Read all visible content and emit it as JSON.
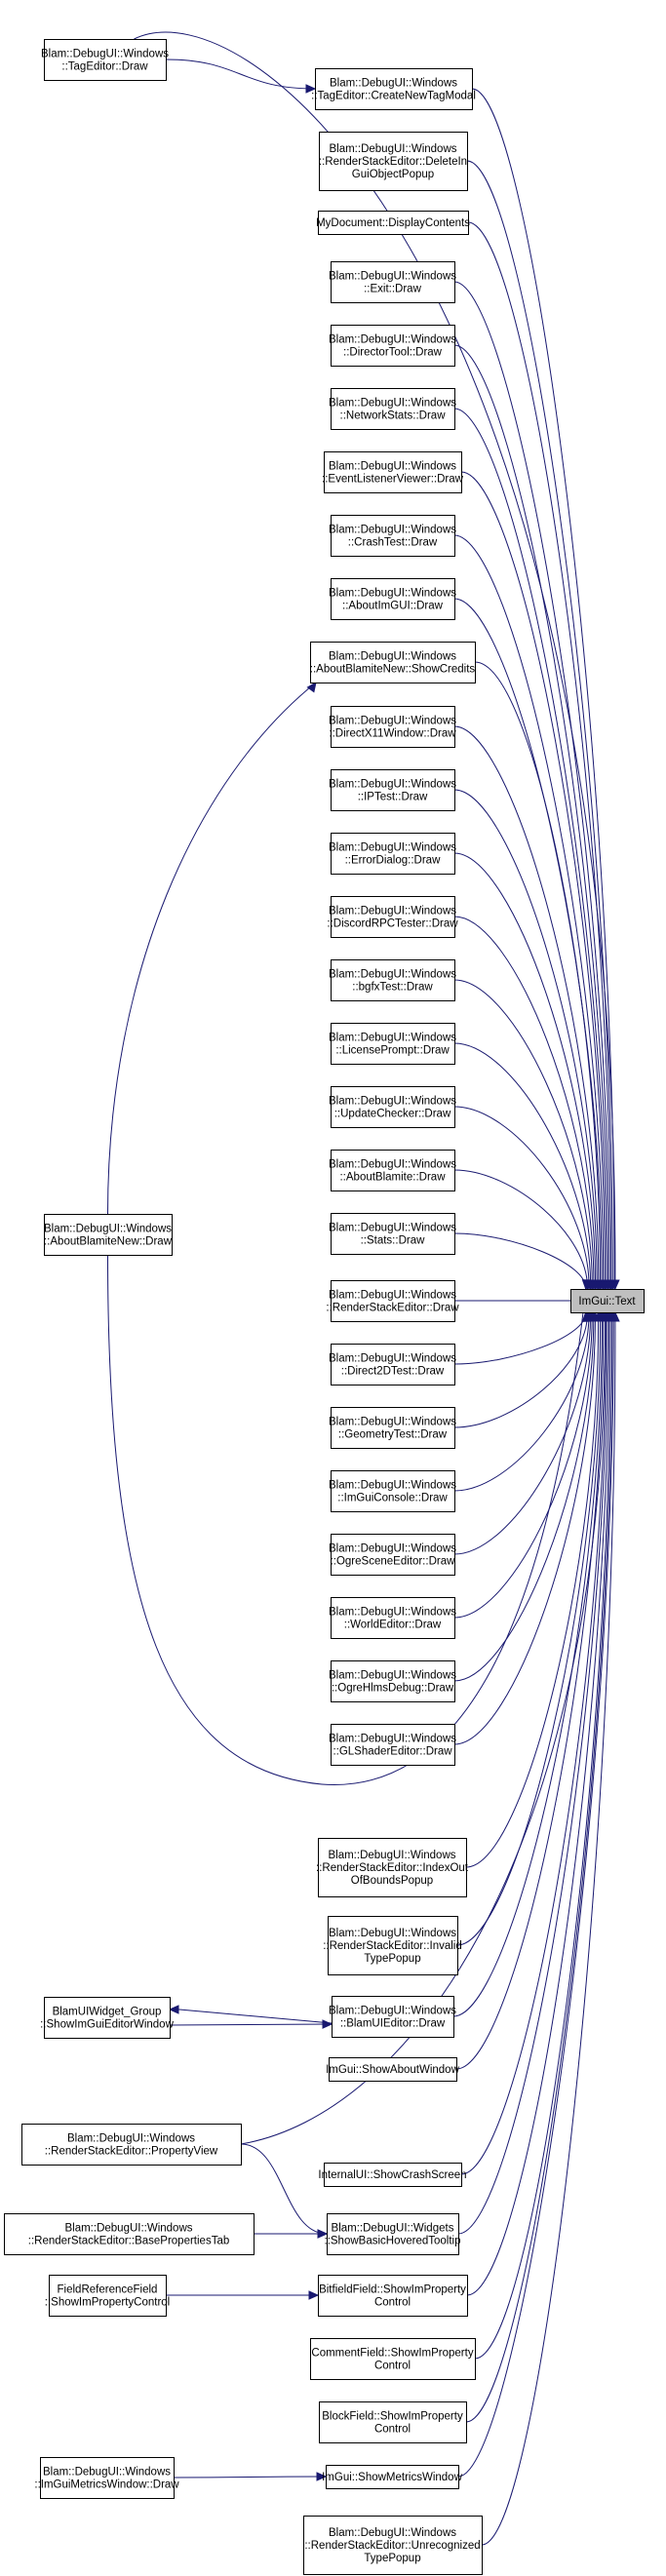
{
  "graph": {
    "target": "ImGui::Text",
    "edge_color": "#191970",
    "nodes": {
      "imgui-text": [
        "ImGui::Text"
      ],
      "tageditor-draw": [
        "Blam::DebugUI::Windows",
        "::TagEditor::Draw"
      ],
      "tageditor-createnewtagmodal": [
        "Blam::DebugUI::Windows",
        "::TagEditor::CreateNewTagModal"
      ],
      "rse-deleteinguiobjectpopup": [
        "Blam::DebugUI::Windows",
        "::RenderStackEditor::DeleteIn",
        "GuiObjectPopup"
      ],
      "mydocument-displaycontents": [
        "MyDocument::DisplayContents"
      ],
      "exit-draw": [
        "Blam::DebugUI::Windows",
        "::Exit::Draw"
      ],
      "directortool-draw": [
        "Blam::DebugUI::Windows",
        "::DirectorTool::Draw"
      ],
      "networkstats-draw": [
        "Blam::DebugUI::Windows",
        "::NetworkStats::Draw"
      ],
      "eventlistenerviewer-draw": [
        "Blam::DebugUI::Windows",
        "::EventListenerViewer::Draw"
      ],
      "crashtest-draw": [
        "Blam::DebugUI::Windows",
        "::CrashTest::Draw"
      ],
      "aboutimgui-draw": [
        "Blam::DebugUI::Windows",
        "::AboutImGUI::Draw"
      ],
      "aboutblamitenew-showcredits": [
        "Blam::DebugUI::Windows",
        "::AboutBlamiteNew::ShowCredits"
      ],
      "directx11window-draw": [
        "Blam::DebugUI::Windows",
        "::DirectX11Window::Draw"
      ],
      "iptest-draw": [
        "Blam::DebugUI::Windows",
        "::IPTest::Draw"
      ],
      "errordialog-draw": [
        "Blam::DebugUI::Windows",
        "::ErrorDialog::Draw"
      ],
      "discordrpctester-draw": [
        "Blam::DebugUI::Windows",
        "::DiscordRPCTester::Draw"
      ],
      "bgfxtest-draw": [
        "Blam::DebugUI::Windows",
        "::bgfxTest::Draw"
      ],
      "licenseprompt-draw": [
        "Blam::DebugUI::Windows",
        "::LicensePrompt::Draw"
      ],
      "updatechecker-draw": [
        "Blam::DebugUI::Windows",
        "::UpdateChecker::Draw"
      ],
      "aboutblamite-draw": [
        "Blam::DebugUI::Windows",
        "::AboutBlamite::Draw"
      ],
      "stats-draw": [
        "Blam::DebugUI::Windows",
        "::Stats::Draw"
      ],
      "renderstackeditor-draw": [
        "Blam::DebugUI::Windows",
        "::RenderStackEditor::Draw"
      ],
      "direct2dtest-draw": [
        "Blam::DebugUI::Windows",
        "::Direct2DTest::Draw"
      ],
      "geometrytest-draw": [
        "Blam::DebugUI::Windows",
        "::GeometryTest::Draw"
      ],
      "imguiconsole-draw": [
        "Blam::DebugUI::Windows",
        "::ImGuiConsole::Draw"
      ],
      "ogresceneeditor-draw": [
        "Blam::DebugUI::Windows",
        "::OgreSceneEditor::Draw"
      ],
      "worldeditor-draw": [
        "Blam::DebugUI::Windows",
        "::WorldEditor::Draw"
      ],
      "ogrehlmsdebug-draw": [
        "Blam::DebugUI::Windows",
        "::OgreHlmsDebug::Draw"
      ],
      "glshadereditor-draw": [
        "Blam::DebugUI::Windows",
        "::GLShaderEditor::Draw"
      ],
      "aboutblamitenew-draw": [
        "Blam::DebugUI::Windows",
        "::AboutBlamiteNew::Draw"
      ],
      "rse-indexoutofboundspopup": [
        "Blam::DebugUI::Windows",
        "::RenderStackEditor::IndexOut",
        "OfBoundsPopup"
      ],
      "rse-invalidtypepopup": [
        "Blam::DebugUI::Windows",
        "::RenderStackEditor::Invalid",
        "TypePopup"
      ],
      "blamuieditor-draw": [
        "Blam::DebugUI::Windows",
        "::BlamUIEditor::Draw"
      ],
      "blamuiwidgetgroup-showimguieditorwindow": [
        "BlamUIWidget_Group",
        "::ShowImGuiEditorWindow"
      ],
      "imgui-showaboutwindow": [
        "ImGui::ShowAboutWindow"
      ],
      "rse-propertyview": [
        "Blam::DebugUI::Windows",
        "::RenderStackEditor::PropertyView"
      ],
      "internalui-showcrashscreen": [
        "InternalUI::ShowCrashScreen"
      ],
      "widgets-showbasichoveredtooltip": [
        "Blam::DebugUI::Widgets",
        "::ShowBasicHoveredTooltip"
      ],
      "rse-basepropertiestab": [
        "Blam::DebugUI::Windows",
        "::RenderStackEditor::BasePropertiesTab"
      ],
      "bitfieldfield-showimpropertycontrol": [
        "BitfieldField::ShowImProperty",
        "Control"
      ],
      "fieldreferencefield-showimpropertycontrol": [
        "FieldReferenceField",
        "::ShowImPropertyControl"
      ],
      "commentfield-showimpropertycontrol": [
        "CommentField::ShowImProperty",
        "Control"
      ],
      "blockfield-showimpropertycontrol": [
        "BlockField::ShowImProperty",
        "Control"
      ],
      "imgui-showmetricswindow": [
        "ImGui::ShowMetricsWindow"
      ],
      "imguimetricswindow-draw": [
        "Blam::DebugUI::Windows",
        "::ImGuiMetricsWindow::Draw"
      ],
      "rse-unrecognizedtypepopup": [
        "Blam::DebugUI::Windows",
        "::RenderStackEditor::Unrecognized",
        "TypePopup"
      ]
    },
    "edges": [
      [
        "tageditor-draw",
        "imgui-text"
      ],
      [
        "tageditor-draw",
        "tageditor-createnewtagmodal"
      ],
      [
        "tageditor-createnewtagmodal",
        "imgui-text"
      ],
      [
        "rse-deleteinguiobjectpopup",
        "imgui-text"
      ],
      [
        "mydocument-displaycontents",
        "imgui-text"
      ],
      [
        "exit-draw",
        "imgui-text"
      ],
      [
        "directortool-draw",
        "imgui-text"
      ],
      [
        "networkstats-draw",
        "imgui-text"
      ],
      [
        "eventlistenerviewer-draw",
        "imgui-text"
      ],
      [
        "crashtest-draw",
        "imgui-text"
      ],
      [
        "aboutimgui-draw",
        "imgui-text"
      ],
      [
        "aboutblamitenew-showcredits",
        "imgui-text"
      ],
      [
        "directx11window-draw",
        "imgui-text"
      ],
      [
        "iptest-draw",
        "imgui-text"
      ],
      [
        "errordialog-draw",
        "imgui-text"
      ],
      [
        "discordrpctester-draw",
        "imgui-text"
      ],
      [
        "bgfxtest-draw",
        "imgui-text"
      ],
      [
        "licenseprompt-draw",
        "imgui-text"
      ],
      [
        "updatechecker-draw",
        "imgui-text"
      ],
      [
        "aboutblamite-draw",
        "imgui-text"
      ],
      [
        "stats-draw",
        "imgui-text"
      ],
      [
        "renderstackeditor-draw",
        "imgui-text"
      ],
      [
        "direct2dtest-draw",
        "imgui-text"
      ],
      [
        "geometrytest-draw",
        "imgui-text"
      ],
      [
        "imguiconsole-draw",
        "imgui-text"
      ],
      [
        "ogresceneeditor-draw",
        "imgui-text"
      ],
      [
        "worldeditor-draw",
        "imgui-text"
      ],
      [
        "ogrehlmsdebug-draw",
        "imgui-text"
      ],
      [
        "glshadereditor-draw",
        "imgui-text"
      ],
      [
        "aboutblamitenew-draw",
        "aboutblamitenew-showcredits"
      ],
      [
        "aboutblamitenew-draw",
        "imgui-text"
      ],
      [
        "rse-indexoutofboundspopup",
        "imgui-text"
      ],
      [
        "rse-invalidtypepopup",
        "imgui-text"
      ],
      [
        "blamuieditor-draw",
        "imgui-text"
      ],
      [
        "blamuieditor-draw",
        "blamuiwidgetgroup-showimguieditorwindow"
      ],
      [
        "blamuiwidgetgroup-showimguieditorwindow",
        "blamuieditor-draw"
      ],
      [
        "imgui-showaboutwindow",
        "imgui-text"
      ],
      [
        "rse-propertyview",
        "imgui-text"
      ],
      [
        "rse-propertyview",
        "widgets-showbasichoveredtooltip"
      ],
      [
        "internalui-showcrashscreen",
        "imgui-text"
      ],
      [
        "widgets-showbasichoveredtooltip",
        "imgui-text"
      ],
      [
        "rse-basepropertiestab",
        "widgets-showbasichoveredtooltip"
      ],
      [
        "bitfieldfield-showimpropertycontrol",
        "imgui-text"
      ],
      [
        "fieldreferencefield-showimpropertycontrol",
        "bitfieldfield-showimpropertycontrol"
      ],
      [
        "commentfield-showimpropertycontrol",
        "imgui-text"
      ],
      [
        "blockfield-showimpropertycontrol",
        "imgui-text"
      ],
      [
        "imgui-showmetricswindow",
        "imgui-text"
      ],
      [
        "imguimetricswindow-draw",
        "imgui-showmetricswindow"
      ],
      [
        "rse-unrecognizedtypepopup",
        "imgui-text"
      ]
    ]
  }
}
